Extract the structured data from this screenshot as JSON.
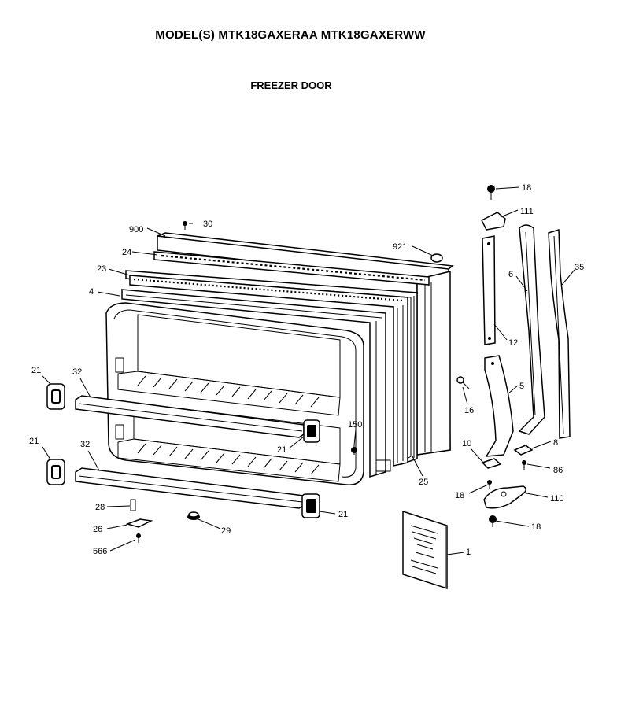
{
  "header": {
    "title": "MODEL(S) MTK18GAXERAA  MTK18GAXERWW",
    "subtitle": "FREEZER DOOR"
  },
  "callouts": {
    "c900": "900",
    "c30": "30",
    "c24": "24",
    "c23": "23",
    "c4": "4",
    "c921": "921",
    "c18a": "18",
    "c111": "111",
    "c6": "6",
    "c35": "35",
    "c12": "12",
    "c5": "5",
    "c16": "16",
    "c8": "8",
    "c86": "86",
    "c10": "10",
    "c18b": "18",
    "c110": "110",
    "c18c": "18",
    "c21a": "21",
    "c32a": "32",
    "c21b": "21",
    "c32b": "32",
    "c21c": "21",
    "c150": "150",
    "c25": "25",
    "c21d": "21",
    "c28": "28",
    "c26": "26",
    "c29": "29",
    "c566": "566",
    "c1": "1"
  }
}
